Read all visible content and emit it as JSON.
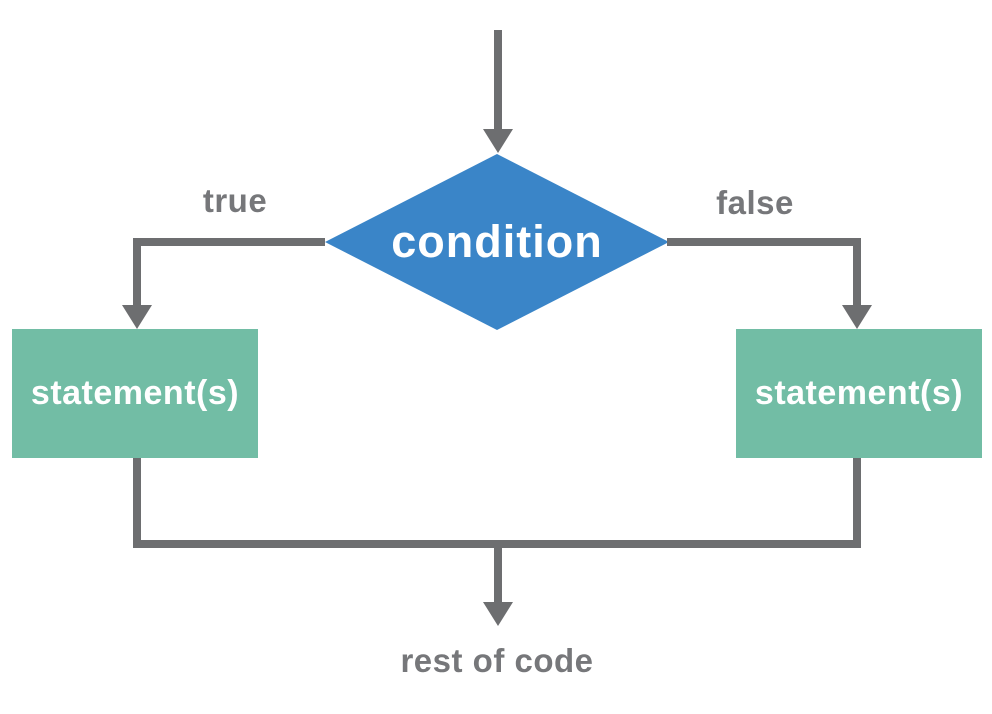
{
  "colors": {
    "decision-fill": "#3a85c8",
    "process-fill": "#72bda5",
    "connector": "#6d6e70",
    "edge-label-text": "#76777a",
    "node-text": "#ffffff",
    "background": "#ffffff"
  },
  "nodes": {
    "condition": {
      "label": "condition",
      "shape": "diamond"
    },
    "statement_left": {
      "label": "statement(s)",
      "shape": "rectangle"
    },
    "statement_right": {
      "label": "statement(s)",
      "shape": "rectangle"
    },
    "rest_of_code": {
      "label": "rest of code",
      "shape": "text"
    }
  },
  "edges": [
    {
      "from": "start",
      "to": "condition",
      "label": ""
    },
    {
      "from": "condition",
      "to": "statement_left",
      "label": "true"
    },
    {
      "from": "condition",
      "to": "statement_right",
      "label": "false"
    },
    {
      "from": "statement_left",
      "to": "rest_of_code",
      "label": ""
    },
    {
      "from": "statement_right",
      "to": "rest_of_code",
      "label": ""
    }
  ]
}
